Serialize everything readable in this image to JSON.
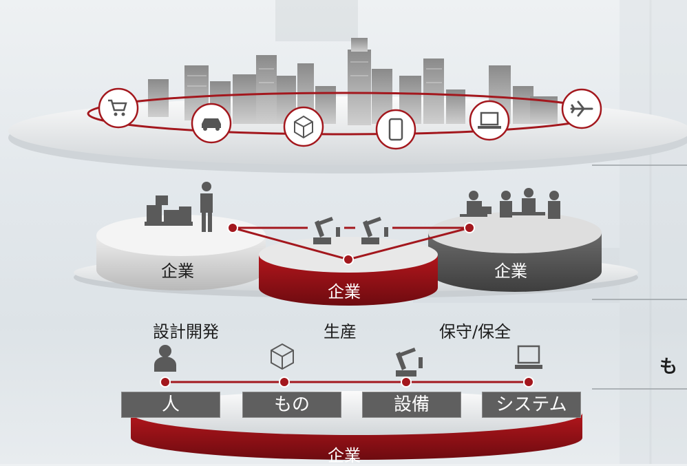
{
  "colors": {
    "accent": "#a3171d",
    "accent_dark": "#7d0f14",
    "gray_disk": "#5a5a5a",
    "white_disk": "#e6e6e6",
    "icon_gray": "#555555"
  },
  "top_layer": {
    "icons": [
      "shopping-cart-icon",
      "car-icon",
      "cube-network-icon",
      "smartphone-icon",
      "laptop-icon",
      "airplane-icon"
    ]
  },
  "middle_layer": {
    "left_company": "企業",
    "center_company": "企業",
    "right_company": "企業",
    "icons": [
      "warehouse-worker-icon",
      "robot-arm-icon",
      "office-meeting-icon"
    ]
  },
  "bottom_layer": {
    "process_labels": [
      "設計開発",
      "生産",
      "保守/保全"
    ],
    "elements": [
      "人",
      "もの",
      "設備",
      "システム"
    ],
    "company": "企業",
    "icons": [
      "person-icon",
      "cube-icon",
      "robot-arm-icon",
      "monitor-icon"
    ]
  },
  "side_text": "も"
}
